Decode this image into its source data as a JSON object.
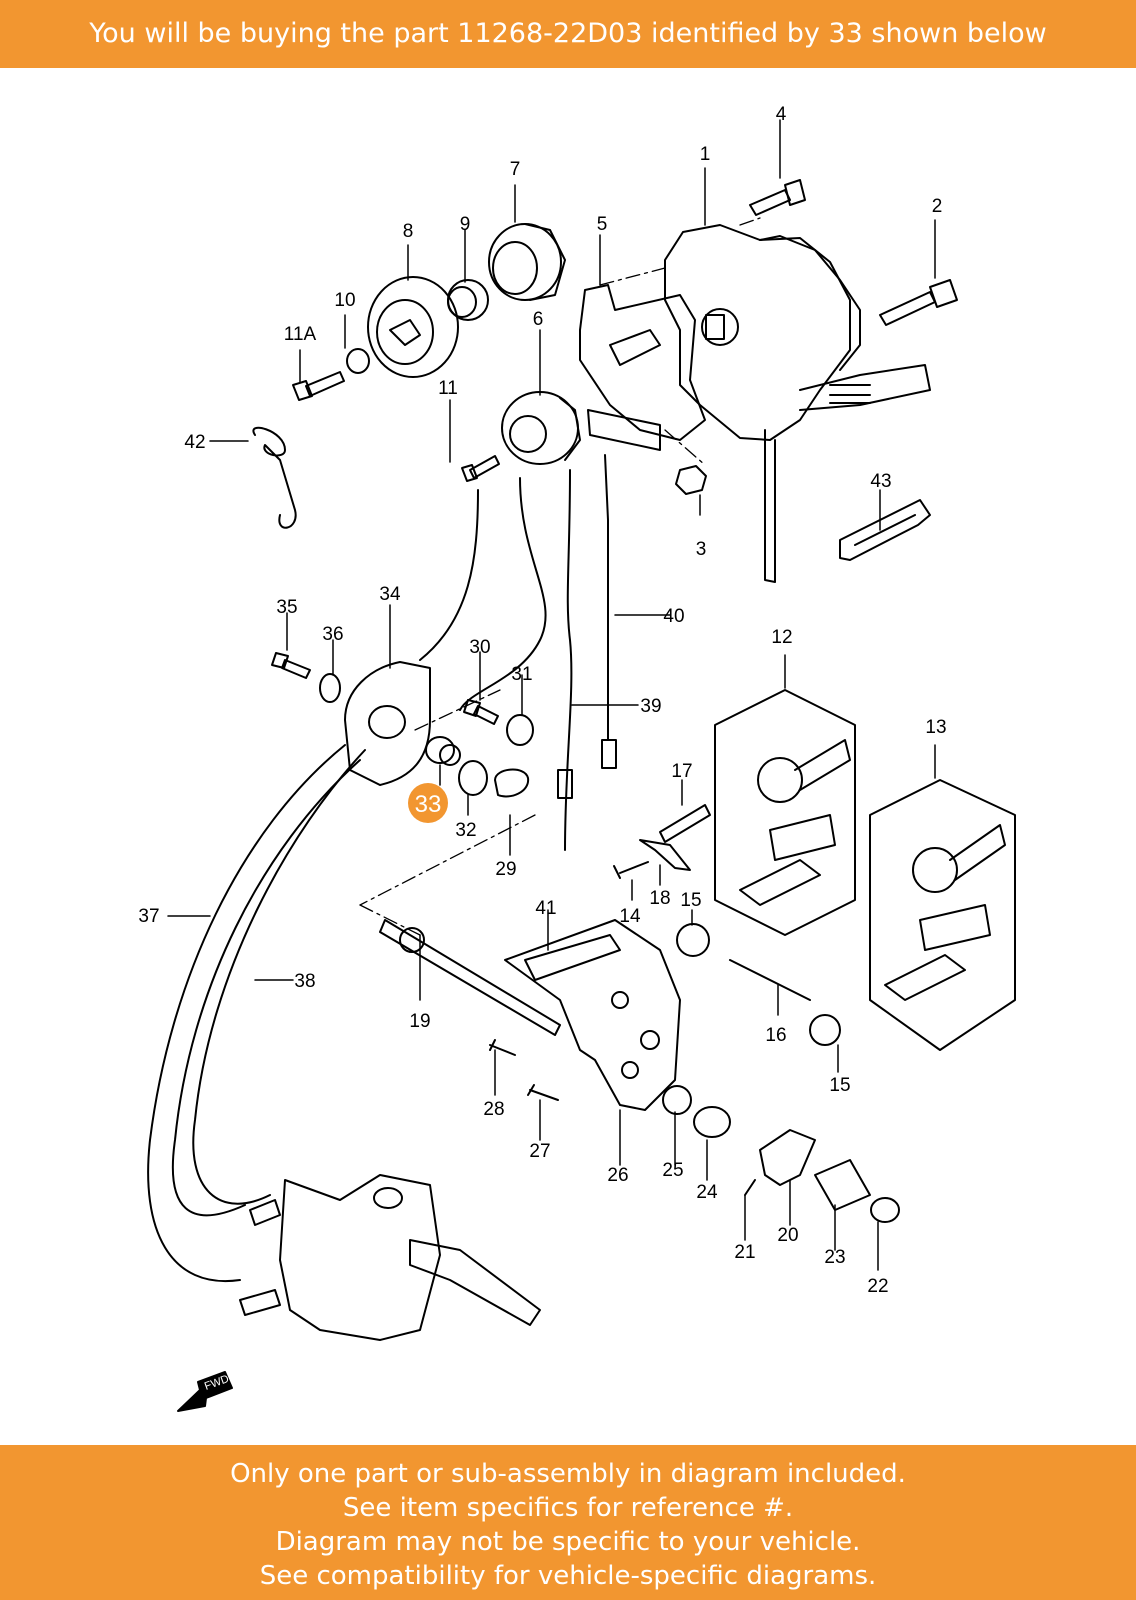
{
  "header": {
    "text": "You will be buying the part 11268-22D03 identified by 33 shown below"
  },
  "footer": {
    "lines": [
      "Only one part or sub-assembly in diagram included.",
      "See item specifics for reference #.",
      "Diagram may not be specific to your vehicle.",
      "See compatibility for vehicle-specific diagrams."
    ]
  },
  "diagram": {
    "highlight": {
      "label": "33",
      "color": "#f29630"
    },
    "labels": [
      "1",
      "2",
      "3",
      "4",
      "5",
      "6",
      "7",
      "8",
      "9",
      "10",
      "11",
      "11A",
      "12",
      "13",
      "14",
      "15",
      "15",
      "16",
      "17",
      "18",
      "19",
      "20",
      "21",
      "22",
      "23",
      "24",
      "25",
      "26",
      "27",
      "28",
      "29",
      "30",
      "31",
      "32",
      "34",
      "35",
      "36",
      "37",
      "38",
      "39",
      "40",
      "41",
      "42",
      "43"
    ],
    "fwd_mark": "FWD"
  }
}
